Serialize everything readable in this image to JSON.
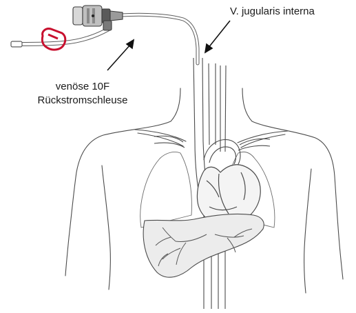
{
  "labels": {
    "jugular": "V. jugularis interna",
    "sheath_line1": "venöse 10F",
    "sheath_line2": "Rückstromschleuse"
  },
  "colors": {
    "line": "#444444",
    "anatomy_fill": "#f2f2f2",
    "organ_fill": "#e6e6e6",
    "clamp": "#c8102e",
    "background": "#ffffff"
  }
}
